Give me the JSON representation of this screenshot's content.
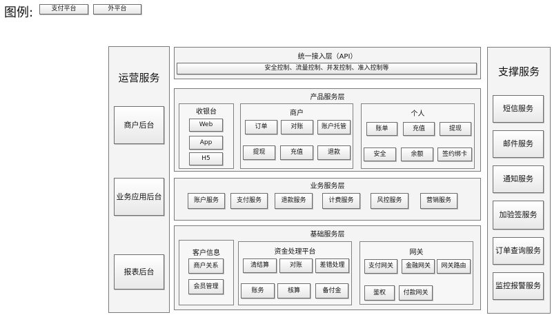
{
  "legend": {
    "title": "图例:",
    "items": [
      "支付平台",
      "外平台"
    ]
  },
  "left": {
    "title": "运营服务",
    "items": [
      "商户后台",
      "业务应用后台",
      "报表后台"
    ]
  },
  "right": {
    "title": "支撑服务",
    "items": [
      "短信服务",
      "邮件服务",
      "通知服务",
      "加验签服务",
      "订单查询服务",
      "监控报警服务"
    ]
  },
  "api": {
    "title": "统一接入层（API）",
    "bar": "安全控制、流量控制、并发控制、准入控制等"
  },
  "product": {
    "title": "产品服务层",
    "cashier": {
      "title": "收银台",
      "items": [
        "Web",
        "App",
        "H5"
      ]
    },
    "merchant": {
      "title": "商户",
      "items": [
        "订单",
        "对账",
        "账户托管",
        "提现",
        "充值",
        "退款"
      ]
    },
    "personal": {
      "title": "个人",
      "items": [
        "账单",
        "充值",
        "提现",
        "安全",
        "余额",
        "签约绑卡"
      ]
    }
  },
  "business": {
    "title": "业务服务层",
    "items": [
      "账户服务",
      "支付服务",
      "退款服务",
      "计费服务",
      "风控服务",
      "营销服务"
    ]
  },
  "base": {
    "title": "基础服务层",
    "customer": {
      "title": "客户信息",
      "items": [
        "商户关系",
        "会员管理"
      ]
    },
    "funds": {
      "title": "资金处理平台",
      "items": [
        "清结算",
        "对账",
        "差错处理",
        "账务",
        "核算",
        "备付金"
      ]
    },
    "gateway": {
      "title": "网关",
      "items": [
        "支付网关",
        "金融网关",
        "网关路由",
        "鉴权",
        "付款网关"
      ]
    }
  }
}
